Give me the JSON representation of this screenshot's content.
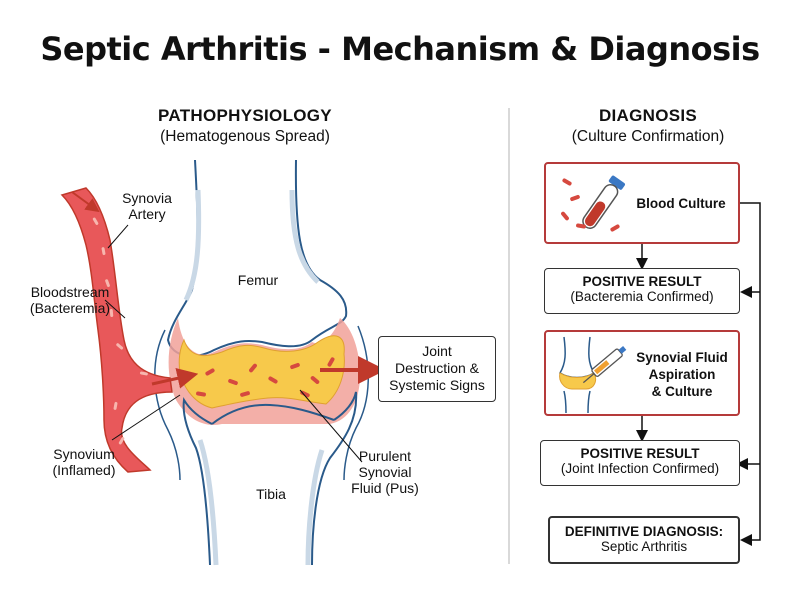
{
  "title": "Septic Arthritis - Mechanism & Diagnosis",
  "pathophysiology": {
    "heading": "PATHOPHYSIOLOGY",
    "subheading": "(Hematogenous Spread)",
    "labels": {
      "synovia_artery_1": "Synovia",
      "synovia_artery_2": "Artery",
      "bloodstream_1": "Bloodstream",
      "bloodstream_2": "(Bacteremia)",
      "femur": "Femur",
      "tibia": "Tibia",
      "synovium_1": "Synovium",
      "synovium_2": "(Inflamed)",
      "pus_1": "Purulent",
      "pus_2": "Synovial",
      "pus_3": "Fluid (Pus)",
      "outcome_1": "Joint",
      "outcome_2": "Destruction &",
      "outcome_3": "Systemic Signs"
    }
  },
  "diagnosis": {
    "heading": "DIAGNOSIS",
    "subheading": "(Culture Confirmation)",
    "blood_culture": "Blood Culture",
    "positive1_title": "POSITIVE RESULT",
    "positive1_sub": "(Bacteremia Confirmed)",
    "synovial_1": "Synovial Fluid",
    "synovial_2": "Aspiration",
    "synovial_3": "& Culture",
    "positive2_title": "POSITIVE RESULT",
    "positive2_sub": "(Joint Infection Confirmed)",
    "definitive_title": "DEFINITIVE DIAGNOSIS:",
    "definitive_sub": "Septic Arthritis"
  },
  "colors": {
    "artery": "#e8585a",
    "artery_dark": "#c0392b",
    "pus": "#f7c94b",
    "bone_outline": "#2a5a8a",
    "box_red": "#b53a3a"
  },
  "icons": [
    "blood-culture-tube-icon",
    "syringe-knee-icon",
    "bacteria-icon"
  ]
}
